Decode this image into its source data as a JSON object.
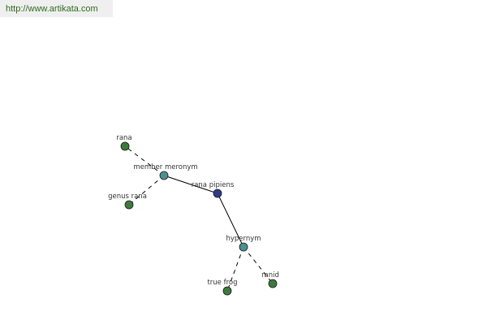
{
  "site_link": "http://www.artikata.com",
  "colors": {
    "leaf": "#3d7a3d",
    "relation": "#4a9090",
    "center": "#2e3a8a",
    "edge": "#000000",
    "node_stroke": "#1a1a1a"
  },
  "graph": {
    "center": "rana pipiens",
    "nodes": [
      {
        "id": "rana",
        "label": "rana",
        "kind": "leaf"
      },
      {
        "id": "member-meronym",
        "label": "member meronym",
        "kind": "relation"
      },
      {
        "id": "genus-rana",
        "label": "genus rana",
        "kind": "leaf"
      },
      {
        "id": "rana-pipiens",
        "label": "rana pipiens",
        "kind": "center"
      },
      {
        "id": "hypernym",
        "label": "hypernym",
        "kind": "relation"
      },
      {
        "id": "true-frog",
        "label": "true frog",
        "kind": "leaf"
      },
      {
        "id": "ranid",
        "label": "ranid",
        "kind": "leaf"
      }
    ],
    "edges": [
      {
        "from": "rana-pipiens",
        "to": "member-meronym",
        "style": "solid"
      },
      {
        "from": "rana-pipiens",
        "to": "hypernym",
        "style": "solid"
      },
      {
        "from": "member-meronym",
        "to": "rana",
        "style": "dashed"
      },
      {
        "from": "member-meronym",
        "to": "genus-rana",
        "style": "dashed"
      },
      {
        "from": "hypernym",
        "to": "true-frog",
        "style": "dashed"
      },
      {
        "from": "hypernym",
        "to": "ranid",
        "style": "dashed"
      }
    ]
  }
}
